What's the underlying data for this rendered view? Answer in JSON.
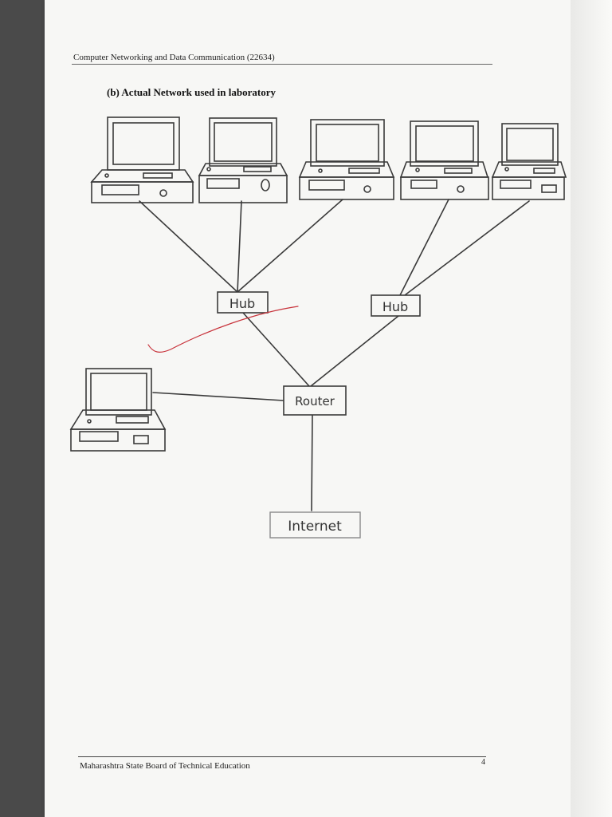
{
  "header": {
    "title": "Computer Networking and Data Communication (22634)"
  },
  "section": {
    "title": "(b) Actual Network used in laboratory"
  },
  "diagram": {
    "nodes": [
      {
        "id": "pc-1",
        "kind": "computer",
        "label": ""
      },
      {
        "id": "pc-2",
        "kind": "computer",
        "label": ""
      },
      {
        "id": "pc-3",
        "kind": "computer",
        "label": ""
      },
      {
        "id": "pc-4",
        "kind": "computer",
        "label": ""
      },
      {
        "id": "pc-5",
        "kind": "computer",
        "label": ""
      },
      {
        "id": "pc-6",
        "kind": "computer",
        "label": ""
      },
      {
        "id": "hub-1",
        "kind": "hub",
        "label": "Hub"
      },
      {
        "id": "hub-2",
        "kind": "hub",
        "label": "Hub"
      },
      {
        "id": "router",
        "kind": "router",
        "label": "Router"
      },
      {
        "id": "internet",
        "kind": "internet",
        "label": "Internet"
      }
    ],
    "edges": [
      {
        "from": "pc-1",
        "to": "hub-1"
      },
      {
        "from": "pc-2",
        "to": "hub-1"
      },
      {
        "from": "pc-3",
        "to": "hub-1"
      },
      {
        "from": "pc-4",
        "to": "hub-2"
      },
      {
        "from": "pc-5",
        "to": "hub-2"
      },
      {
        "from": "hub-1",
        "to": "router"
      },
      {
        "from": "hub-2",
        "to": "router"
      },
      {
        "from": "pc-6",
        "to": "router"
      },
      {
        "from": "router",
        "to": "internet"
      }
    ],
    "annotation_color": "#c8343c",
    "ink_color": "#3a3a3a"
  },
  "footer": {
    "organization": "Maharashtra State Board of Technical Education",
    "page_number": "4"
  }
}
